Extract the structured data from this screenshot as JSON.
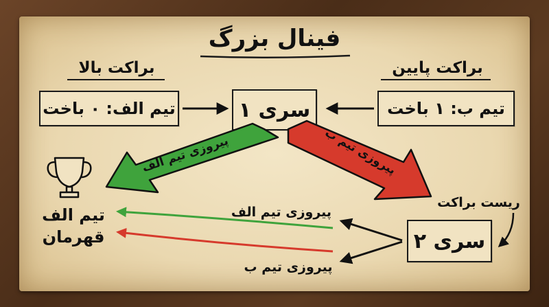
{
  "title": "فینال بزرگ",
  "upper_bracket": {
    "label": "براکت بالا",
    "team_box": "تیم الف: ۰ باخت"
  },
  "lower_bracket": {
    "label": "براکت پایین",
    "team_box": "تیم ب: ۱ باخت"
  },
  "series1": "سری ۱",
  "series2": "سری ۲",
  "arrow_green_label": "پیروزی تیم الف",
  "arrow_red_label": "پیروزی تیم ب",
  "reset_label": "ریست براکت",
  "outcome_a": "پیروزی تیم الف",
  "outcome_b": "پیروزی تیم ب",
  "champion": {
    "team": "تیم الف",
    "title": "قهرمان"
  },
  "colors": {
    "green": "#3fa33c",
    "red": "#d63a2c",
    "ink": "#111111",
    "paper": "#f1e3c2"
  }
}
